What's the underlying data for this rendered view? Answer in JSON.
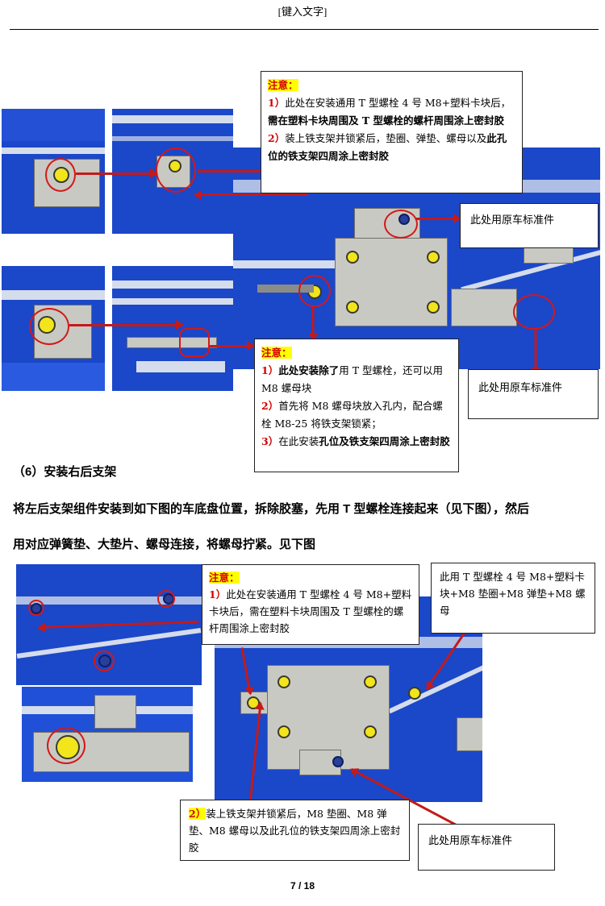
{
  "header": {
    "text": "[键入文字]"
  },
  "footer": {
    "page": "7 / 18"
  },
  "note_top": {
    "head": "注意：",
    "items": [
      {
        "num": "1）",
        "pre": "此处在安装通用 T 型螺栓 4 号 M8+塑料卡块后，",
        "bold": "需在塑料卡块周围及 T 型螺栓的螺杆周围涂上密封胶",
        "post": ""
      },
      {
        "num": "2）",
        "pre": "装上铁支架并锁紧后，垫圈、弹垫、螺母以及",
        "bold": "此孔位的铁支架四周涂上密封胶",
        "post": ""
      }
    ]
  },
  "label_top_right": "此处用原车标准件",
  "label_mid_right": "此处用原车标准件",
  "note_mid": {
    "head": "注意：",
    "items": [
      {
        "num": "1）",
        "pre": "",
        "bold": "此处安装除了",
        "post": "用 T 型螺栓，还可以用 M8 螺母块"
      },
      {
        "num": "2）",
        "pre": "首先将 M8 螺母块放入孔内，配合螺栓 M8-25 将铁支架锁紧；",
        "bold": "",
        "post": ""
      },
      {
        "num": "3）",
        "pre": "在此安装",
        "bold": "孔位及铁支架四周涂上密封胶",
        "post": ""
      }
    ]
  },
  "section": {
    "title": "（6）安装右后支架",
    "para1": "将左后支架组件安装到如下图的车底盘位置，拆除胶塞，先用 T 型螺栓连接起来（见下图），然后",
    "para2": "用对应弹簧垫、大垫片、螺母连接，将螺母拧紧。见下图"
  },
  "note_bottom1": {
    "head": "注意：",
    "num": "1）",
    "text": "此处在安装通用 T 型螺栓 4 号 M8+塑料卡块后，需在塑料卡块周围及 T 型螺栓的螺杆周围涂上密封胶"
  },
  "label_bottom_right": "此用 T 型螺栓 4 号 M8+塑料卡块+M8 垫圈+M8 弹垫+M8 螺母",
  "note_bottom2": {
    "num": "2）",
    "text": "装上铁支架并锁紧后，M8 垫圈、M8 弹垫、M8 螺母以及此孔位的铁支架四周涂上密封胶"
  },
  "label_bottom_std": "此处用原车标准件",
  "colors": {
    "accent_red": "#d30000",
    "highlight": "#ffff00",
    "car_blue": "#1b47c9",
    "bolt_yellow": "#f2e51c"
  }
}
